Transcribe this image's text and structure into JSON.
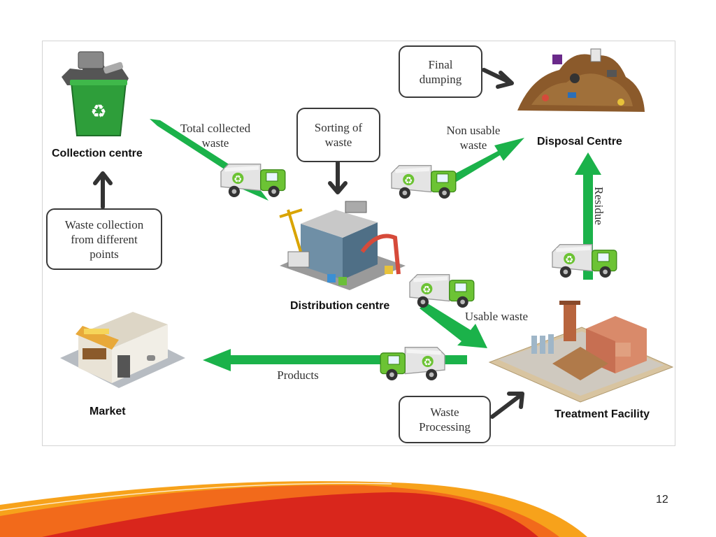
{
  "slide": {
    "page_number": "12"
  },
  "nodes": {
    "collection": "Collection centre",
    "distribution": "Distribution centre",
    "disposal": "Disposal Centre",
    "treatment": "Treatment Facility",
    "market": "Market"
  },
  "boxes": {
    "waste_collection": [
      "Waste collection",
      "from different",
      "points"
    ],
    "sorting": [
      "Sorting of",
      "waste"
    ],
    "final_dumping": [
      "Final",
      "dumping"
    ],
    "waste_processing": [
      "Waste",
      "Processing"
    ]
  },
  "edge_labels": {
    "total_collected": [
      "Total collected",
      "waste"
    ],
    "non_usable": [
      "Non usable",
      "waste"
    ],
    "residue": "Residue",
    "usable": "Usable waste",
    "products": "Products"
  },
  "colors": {
    "arrow_green": "#1bb24a",
    "arrow_dark": "#333333",
    "bin_green": "#2e9e3a",
    "truck_green": "#6cc334",
    "swoosh_orange": "#f26a1b",
    "swoosh_red": "#d9261c"
  },
  "icons": [
    "recycle-bin-icon",
    "building-icon",
    "garbage-pile-icon",
    "factory-icon",
    "shop-icon",
    "garbage-truck-icon"
  ]
}
